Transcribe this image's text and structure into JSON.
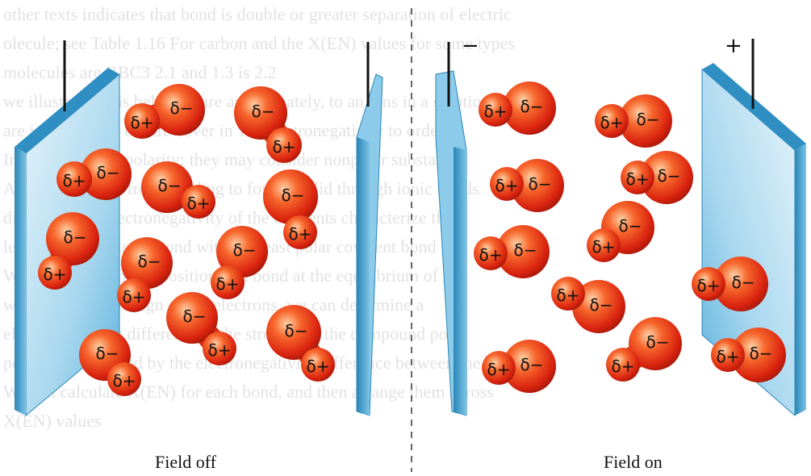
{
  "captions": {
    "left": "Field off",
    "right": "Field on"
  },
  "electrodes": {
    "negative": "−",
    "positive": "+"
  },
  "charges": {
    "partial_negative": "δ−",
    "partial_positive": "δ+"
  },
  "colors": {
    "molecule": "#e8341a",
    "plate": "#3c9ccc",
    "plate_edge": "#1d6f9c",
    "wire": "#111111"
  }
}
